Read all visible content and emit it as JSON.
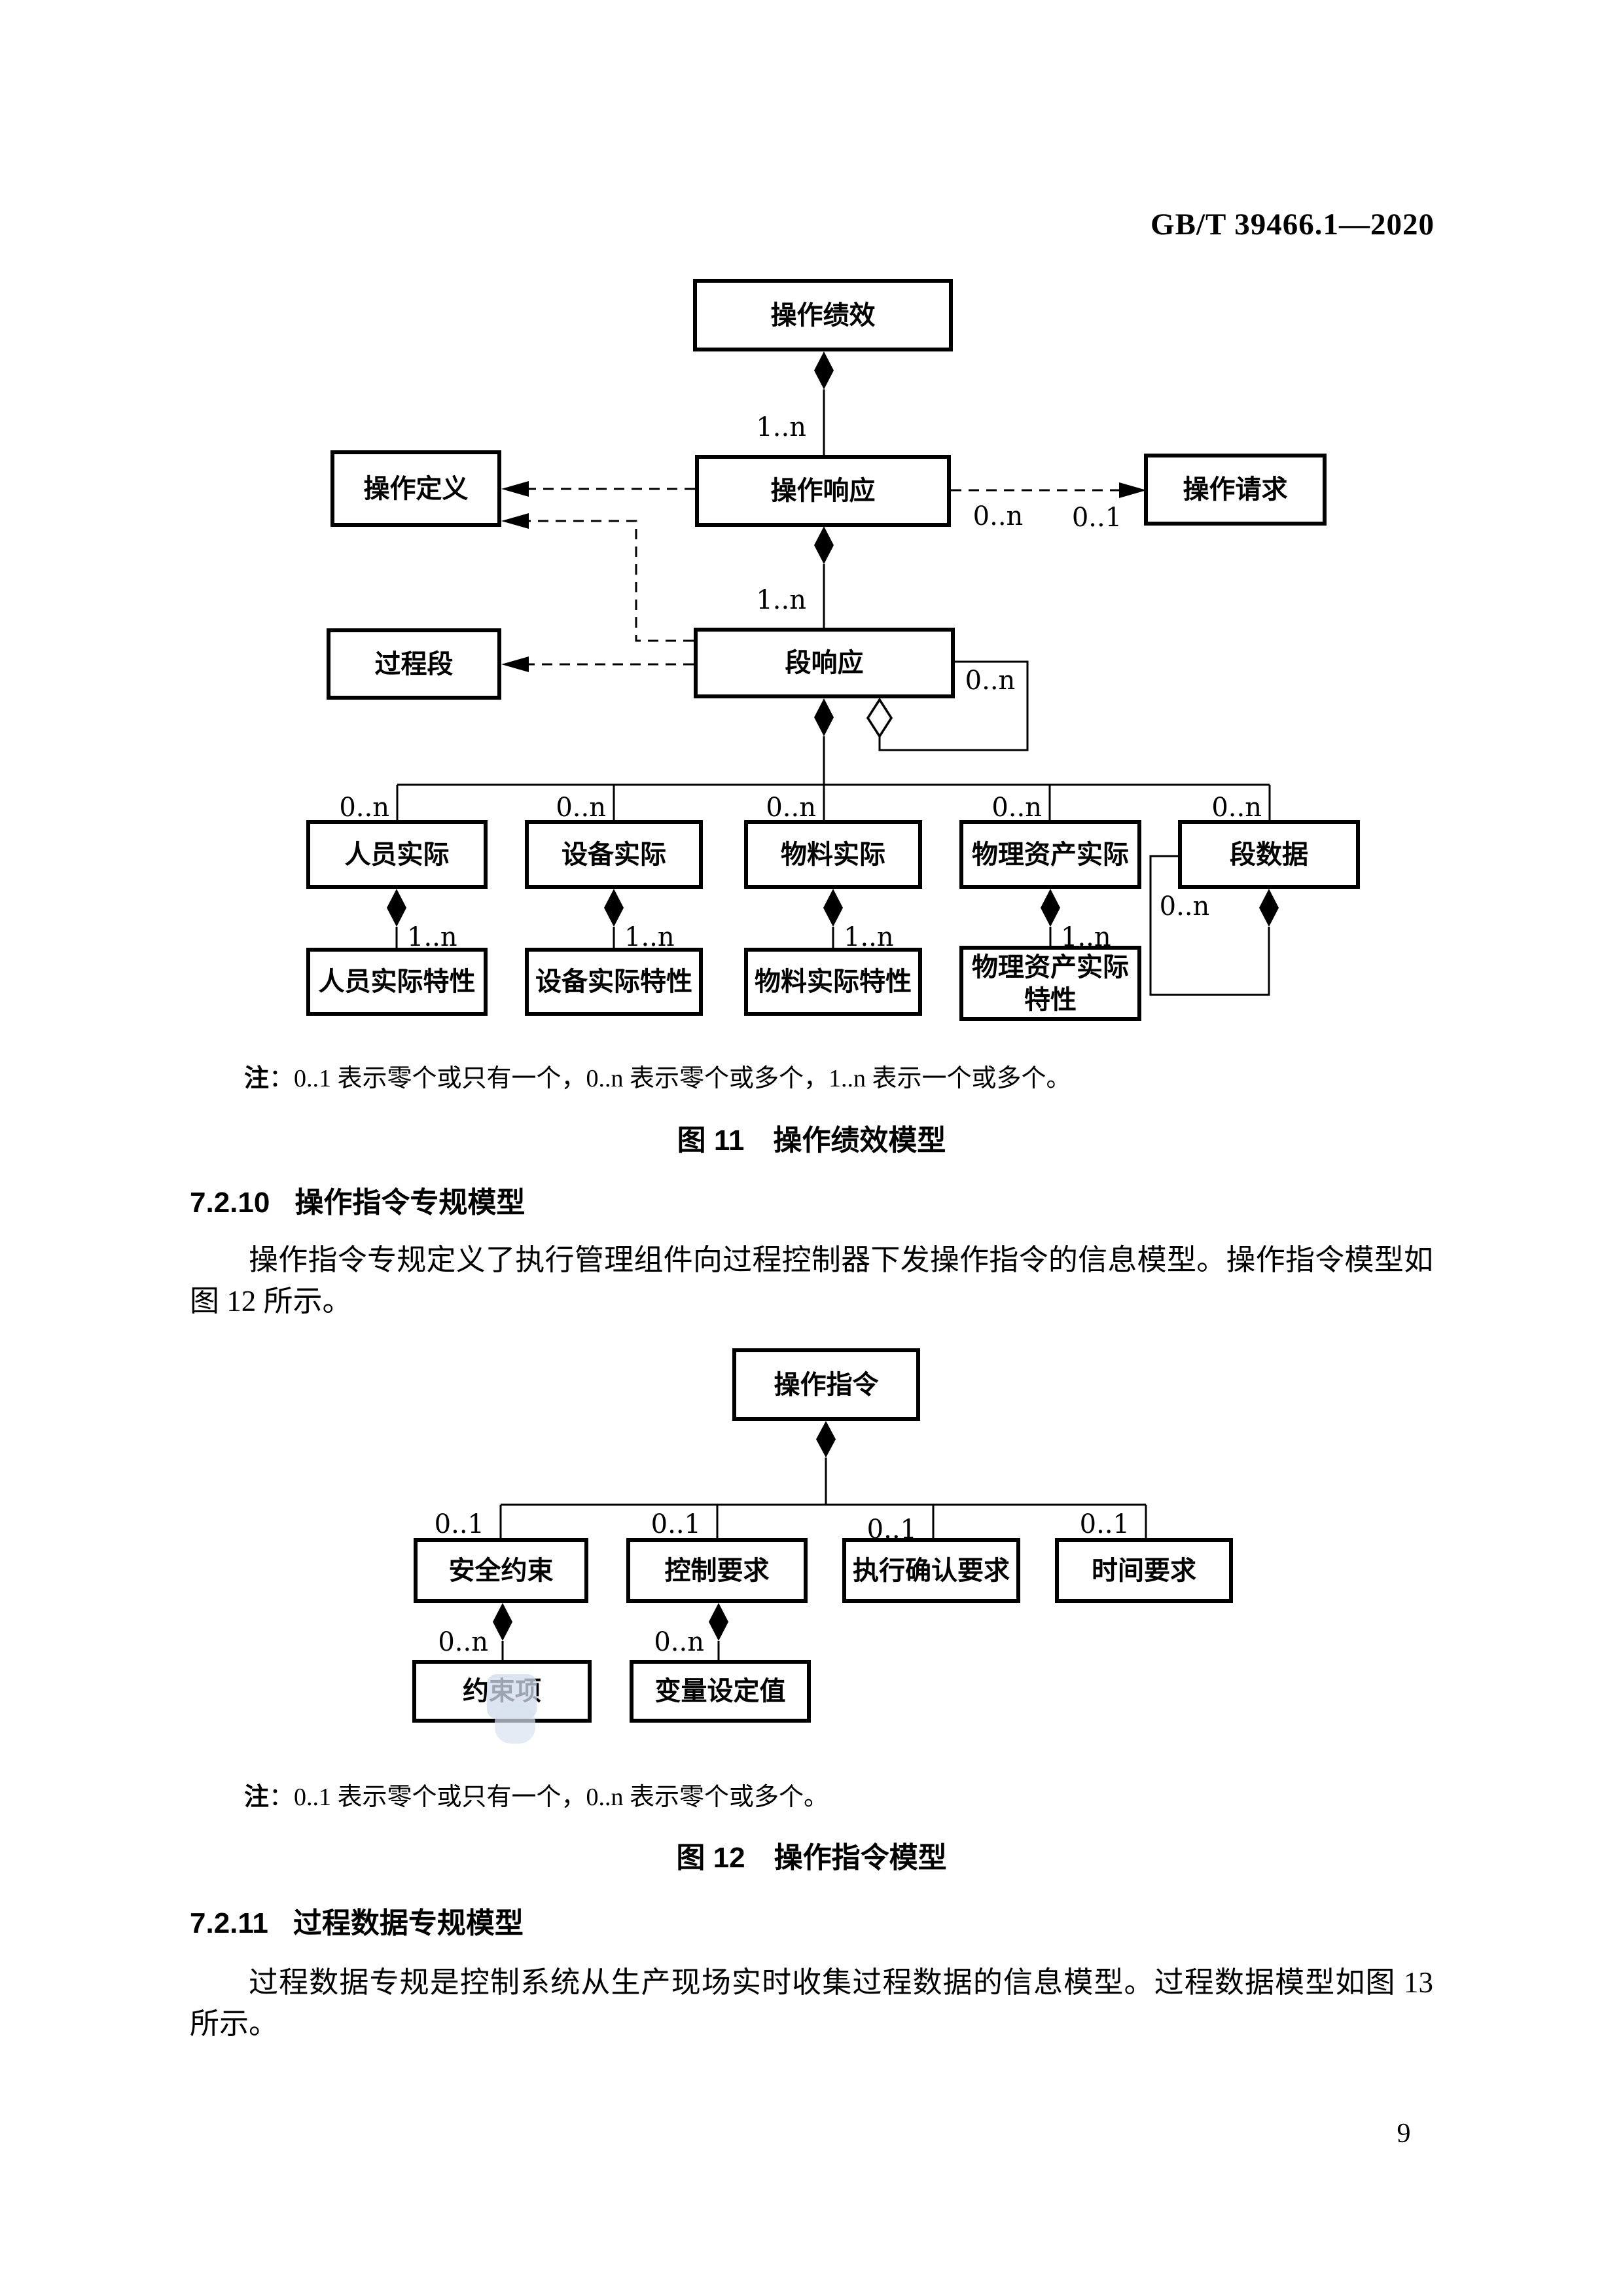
{
  "page": {
    "standard_code": "GB/T 39466.1—2020",
    "page_number": "9"
  },
  "mult": {
    "one_to_n": "1..n",
    "zero_to_n": "0..n",
    "zero_to_one": "0..1"
  },
  "figure11": {
    "boxes": {
      "operations_performance": "操作绩效",
      "operations_definition": "操作定义",
      "operations_response": "操作响应",
      "operations_request": "操作请求",
      "process_segment": "过程段",
      "segment_response": "段响应",
      "personnel_actual": "人员实际",
      "equipment_actual": "设备实际",
      "material_actual": "物料实际",
      "physical_asset_actual": "物理资产实际",
      "segment_data": "段数据",
      "personnel_actual_property": "人员实际特性",
      "equipment_actual_property": "设备实际特性",
      "material_actual_property": "物料实际特性",
      "physical_asset_actual_property": "物理资产实际特性"
    },
    "note_label": "注",
    "note_text": "：0..1 表示零个或只有一个，0..n 表示零个或多个，1..n 表示一个或多个。",
    "caption": "图 11　操作绩效模型"
  },
  "section_7_2_10": {
    "number": "7.2.10",
    "title": "操作指令专规模型",
    "paragraph": "操作指令专规定义了执行管理组件向过程控制器下发操作指令的信息模型。操作指令模型如图 12 所示。"
  },
  "figure12": {
    "boxes": {
      "operations_instruction": "操作指令",
      "safety_constraint": "安全约束",
      "control_requirement": "控制要求",
      "execution_confirmation_requirement": "执行确认要求",
      "time_requirement": "时间要求",
      "constraint_item": "约束项",
      "variable_setpoint": "变量设定值"
    },
    "note_label": "注",
    "note_text": "：0..1 表示零个或只有一个，0..n 表示零个或多个。",
    "caption": "图 12　操作指令模型"
  },
  "section_7_2_11": {
    "number": "7.2.11",
    "title": "过程数据专规模型",
    "paragraph": "过程数据专规是控制系统从生产现场实时收集过程数据的信息模型。过程数据模型如图 13 所示。"
  }
}
